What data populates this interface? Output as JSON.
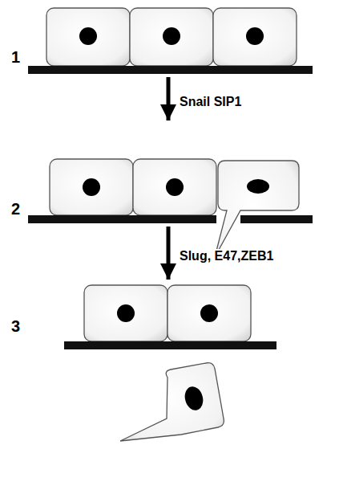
{
  "diagram": {
    "nodes": [
      {
        "text": [
          "1"
        ]
      },
      {
        "text": [
          "2"
        ]
      },
      {
        "text": [
          "3"
        ]
      }
    ],
    "edges": [
      {
        "from": 0,
        "to": 1,
        "label": "Snail SIP1",
        "arrow": "to"
      },
      {
        "from": 1,
        "to": 2,
        "label": "Slug, E47,ZEB1",
        "arrow": "to"
      }
    ]
  }
}
